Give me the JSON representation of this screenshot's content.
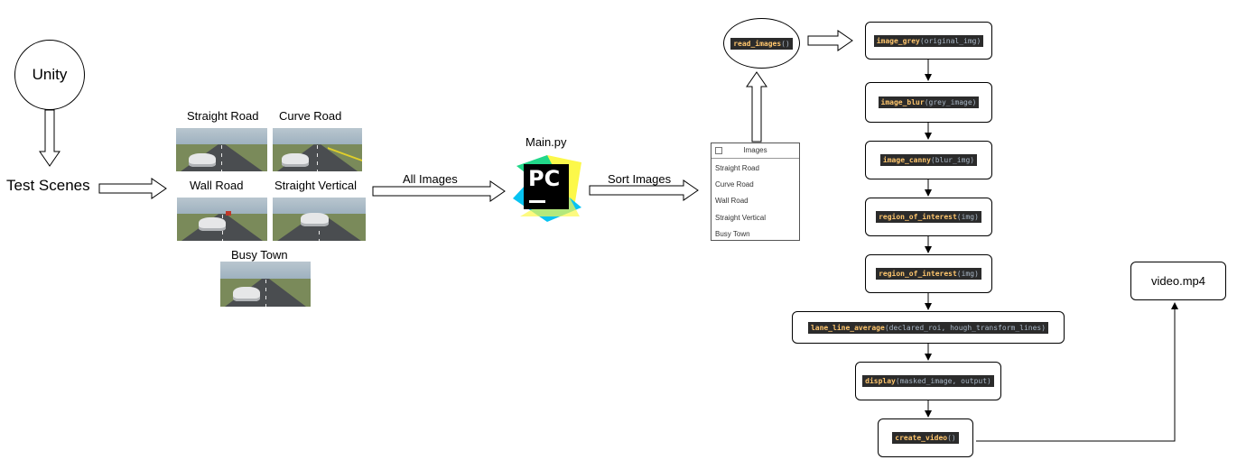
{
  "unity": {
    "label": "Unity"
  },
  "test_scenes": {
    "label": "Test Scenes"
  },
  "scenes": [
    {
      "label": "Straight Road"
    },
    {
      "label": "Curve Road"
    },
    {
      "label": "Wall Road"
    },
    {
      "label": "Straight Vertical"
    },
    {
      "label": "Busy Town"
    }
  ],
  "edge_all_images": {
    "label": "All Images"
  },
  "main_py": {
    "label": "Main.py",
    "logo_text": "PC"
  },
  "edge_sort_images": {
    "label": "Sort Images"
  },
  "images_window": {
    "title": "Images",
    "items": [
      "Straight Road",
      "Curve Road",
      "Wall Road",
      "Straight Vertical",
      "Busy Town"
    ]
  },
  "read_images": {
    "fn": "read_images",
    "args": "()"
  },
  "pipeline": [
    {
      "fn": "image_grey",
      "args": "(original_img)"
    },
    {
      "fn": "image_blur",
      "args": "(grey_image)"
    },
    {
      "fn": "image_canny",
      "args": "(blur_img)"
    },
    {
      "fn": "region_of_interest",
      "args": "(img)"
    },
    {
      "fn": "region_of_interest",
      "args": "(img)"
    },
    {
      "fn": "lane_line_average",
      "args": "(declared_roi, hough_transform_lines)"
    },
    {
      "fn": "display",
      "args": "(masked_image, output)"
    },
    {
      "fn": "create_video",
      "args": "()"
    }
  ],
  "video": {
    "label": "video.mp4"
  }
}
